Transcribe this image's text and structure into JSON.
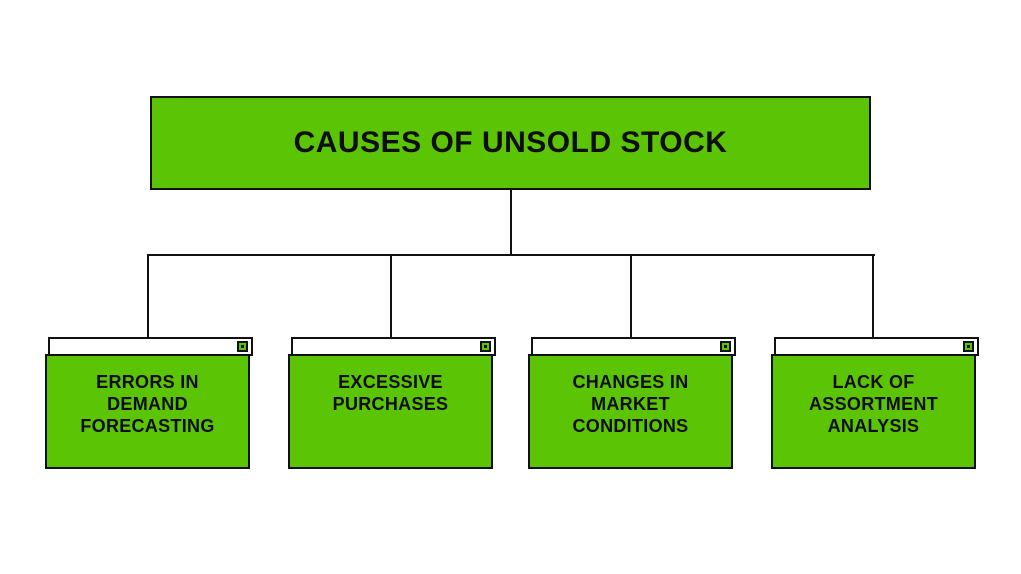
{
  "diagram": {
    "title": "CAUSES OF UNSOLD STOCK",
    "children": [
      {
        "label": [
          "ERRORS IN",
          "DEMAND",
          "FORECASTING"
        ]
      },
      {
        "label": [
          "EXCESSIVE",
          "PURCHASES"
        ]
      },
      {
        "label": [
          "CHANGES IN",
          "MARKET",
          "CONDITIONS"
        ]
      },
      {
        "label": [
          "LACK OF",
          "ASSORTMENT",
          "ANALYSIS"
        ]
      }
    ],
    "colors": {
      "accent_green": "#5bc404",
      "ink": "#111111",
      "background": "#ffffff",
      "titlebar_fill": "#ffffff"
    },
    "icons": [
      {
        "name": "window-button-icon",
        "shape": "green square with black border and black center dot"
      }
    ]
  }
}
